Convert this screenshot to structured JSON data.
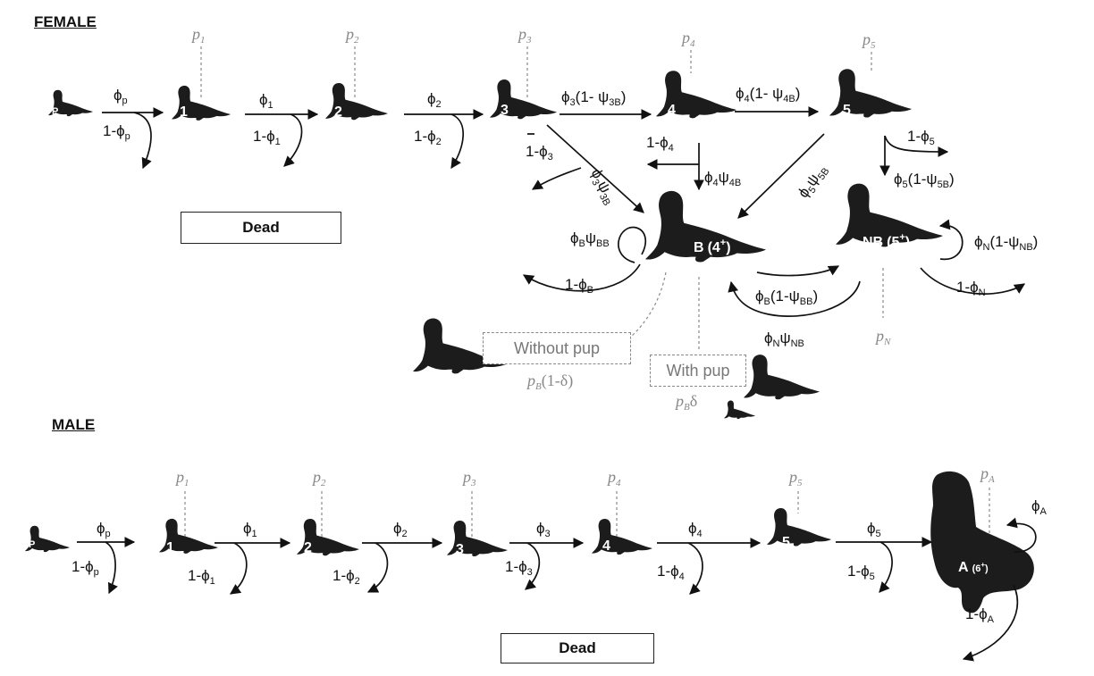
{
  "sections": {
    "female": "Female",
    "male": "MALE"
  },
  "dead_label": "Dead",
  "female": {
    "stages": [
      "P",
      "1",
      "2",
      "3",
      "4",
      "5"
    ],
    "breeder": {
      "main": "B",
      "paren": "(4",
      "sup": "+",
      "close": ")"
    },
    "nonbreeder": {
      "main": "NB",
      "paren": "(5",
      "sup": "+",
      "close": ")"
    },
    "detections": [
      "1",
      "2",
      "3",
      "4",
      "5",
      "N"
    ],
    "without_pup": {
      "label": "Without pup",
      "prob_sub": "B",
      "prob_suffix": "(1-δ)"
    },
    "with_pup": {
      "label": "With pup",
      "prob_sub": "B",
      "prob_suffix": "δ"
    }
  },
  "male": {
    "stages": [
      "P",
      "1",
      "2",
      "3",
      "4",
      "5"
    ],
    "adult": {
      "main": "A",
      "paren": "(6",
      "sup": "+",
      "close": ")"
    },
    "detections": [
      "1",
      "2",
      "3",
      "4",
      "5",
      "A"
    ]
  }
}
